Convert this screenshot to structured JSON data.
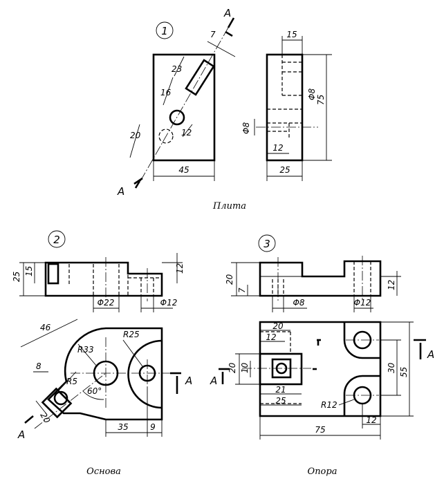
{
  "part1": {
    "number": "1",
    "caption": "Плита",
    "section_letter": "A",
    "dims": {
      "front_width": "45",
      "front_d20": "20",
      "front_d16": "16",
      "front_d23": "23",
      "front_d7": "7",
      "front_d12": "12",
      "side_top": "15",
      "side_phi_top": "Φ8",
      "side_height": "75",
      "side_phi_left": "Φ8",
      "side_12": "12",
      "side_width": "25"
    }
  },
  "part2": {
    "number": "2",
    "caption": "Основа",
    "section_letter": "A",
    "dims": {
      "front_25": "25",
      "front_15": "15",
      "front_12": "12",
      "front_phi22": "Φ22",
      "front_phi12": "Φ12",
      "top_46": "46",
      "top_r33": "R33",
      "top_r25": "R25",
      "top_8": "8",
      "top_r5": "R5",
      "top_20": "20",
      "top_60": "60°",
      "top_35": "35",
      "top_9": "9"
    }
  },
  "part3": {
    "number": "3",
    "caption": "Опора",
    "section_letter": "A",
    "dims": {
      "front_20": "20",
      "front_7": "7",
      "front_12": "12",
      "front_phi8": "Φ8",
      "front_phi12": "Φ12",
      "top_20a": "20",
      "top_12a": "12",
      "top_20b": "20",
      "top_10": "10",
      "top_21": "21",
      "top_25": "25",
      "top_r12": "R12",
      "top_30": "30",
      "top_55": "55",
      "top_75": "75",
      "top_12b": "12"
    }
  }
}
